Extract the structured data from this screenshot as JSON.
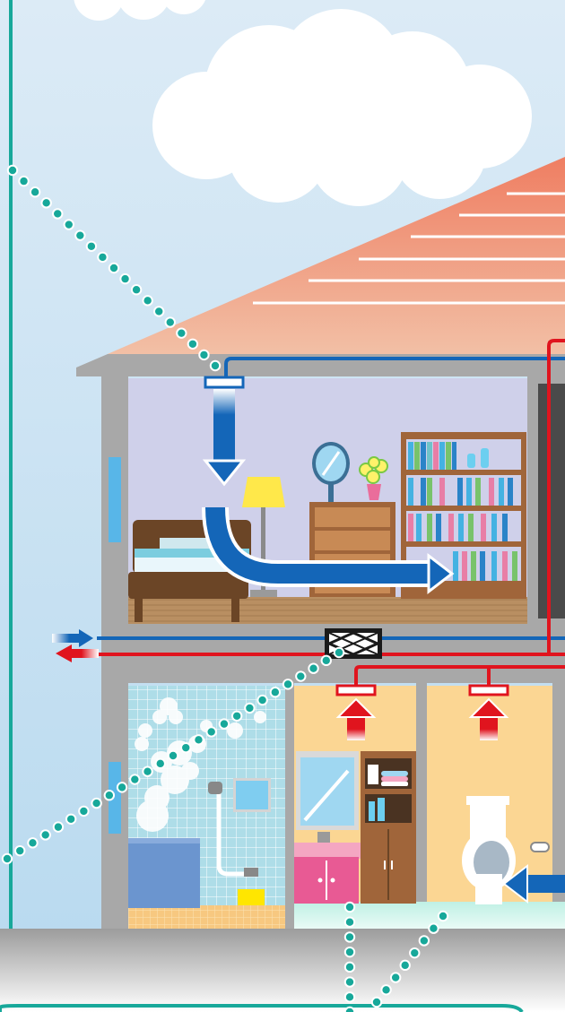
{
  "scene": {
    "subject": "house-ventilation-cutaway",
    "floors": [
      "upper-bedroom",
      "lower-bathroom",
      "lower-washroom",
      "lower-toilet"
    ],
    "airflow": {
      "supply_color": "#1466b8",
      "exhaust_color": "#e0141e"
    },
    "colors": {
      "sky_top": "#cfe3f3",
      "roof": "#ee8a6f",
      "wall": "#a8a8a8",
      "bedroom": "#cfd0ea",
      "wet_rooms": "#fbd693",
      "leader_dots": "#17a89a"
    },
    "icons": [
      "cloud-icon",
      "bed-icon",
      "lamp-icon",
      "dresser-icon",
      "mirror-icon",
      "flower-icon",
      "bookshelf-icon",
      "heat-exchanger-icon",
      "bathtub-icon",
      "shower-icon",
      "sink-icon",
      "cabinet-icon",
      "toilet-icon",
      "supply-arrow-icon",
      "exhaust-arrow-icon"
    ]
  }
}
